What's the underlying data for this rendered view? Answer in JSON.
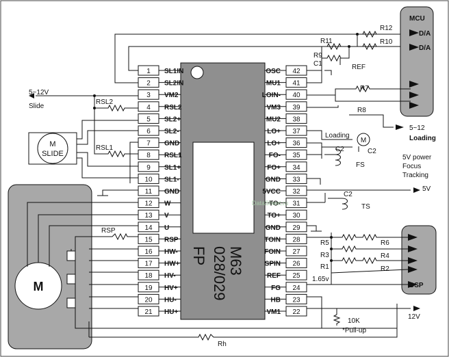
{
  "chip": {
    "part_line1": "M63",
    "part_line2": "028/029",
    "package": "FP",
    "left_pins": [
      {
        "num": "1",
        "name": "SL1IN"
      },
      {
        "num": "2",
        "name": "SL2IN"
      },
      {
        "num": "3",
        "name": "VM2"
      },
      {
        "num": "4",
        "name": "RSL2"
      },
      {
        "num": "5",
        "name": "SL2+"
      },
      {
        "num": "6",
        "name": "SL2-"
      },
      {
        "num": "7",
        "name": "GND"
      },
      {
        "num": "8",
        "name": "RSL1"
      },
      {
        "num": "9",
        "name": "SL1+"
      },
      {
        "num": "10",
        "name": "SL1-"
      },
      {
        "num": "11",
        "name": "GND"
      },
      {
        "num": "12",
        "name": "W"
      },
      {
        "num": "13",
        "name": "V"
      },
      {
        "num": "14",
        "name": "U"
      },
      {
        "num": "15",
        "name": "RSP"
      },
      {
        "num": "16",
        "name": "HW-"
      },
      {
        "num": "17",
        "name": "HW+"
      },
      {
        "num": "18",
        "name": "HV-"
      },
      {
        "num": "19",
        "name": "HV+"
      },
      {
        "num": "20",
        "name": "HU-"
      },
      {
        "num": "21",
        "name": "HU+"
      }
    ],
    "right_pins": [
      {
        "num": "42",
        "name": "OSC"
      },
      {
        "num": "41",
        "name": "MU1"
      },
      {
        "num": "40",
        "name": "LOIN-"
      },
      {
        "num": "39",
        "name": "VM3"
      },
      {
        "num": "38",
        "name": "MU2"
      },
      {
        "num": "37",
        "name": "LO+"
      },
      {
        "num": "36",
        "name": "LO+"
      },
      {
        "num": "35",
        "name": "FO-"
      },
      {
        "num": "34",
        "name": "FO+"
      },
      {
        "num": "33",
        "name": "GND"
      },
      {
        "num": "32",
        "name": "5VCC"
      },
      {
        "num": "31",
        "name": "TO-"
      },
      {
        "num": "30",
        "name": "TO+"
      },
      {
        "num": "29",
        "name": "GND"
      },
      {
        "num": "28",
        "name": "TOIN"
      },
      {
        "num": "27",
        "name": "FOIN"
      },
      {
        "num": "26",
        "name": "SPIN"
      },
      {
        "num": "25",
        "name": "REF"
      },
      {
        "num": "24",
        "name": "FG"
      },
      {
        "num": "23",
        "name": "HB"
      },
      {
        "num": "22",
        "name": "VM1"
      }
    ]
  },
  "mcu": {
    "title": "MCU",
    "out1": "D/A",
    "out2": "D/A"
  },
  "dsp": {
    "title": "DSP"
  },
  "labels": {
    "slide_voltage": "5~12V",
    "slide": "Slide",
    "rsl2": "RSL2",
    "rsl1": "RSL1",
    "slide_motor_m": "M",
    "slide_motor_name": "SLIDE",
    "spindle_m": "M",
    "rsp": "RSP",
    "rh": "Rh",
    "r12": "R12",
    "r11": "R11",
    "r10": "R10",
    "r9": "R9",
    "c1": "C1",
    "ref": "REF",
    "r7": "R7",
    "r8": "R8",
    "loading_voltage": "5~12",
    "loading_label": "Loading",
    "loading_top": "Loading",
    "load_motor_m": "M",
    "c2a": "C2",
    "c2b": "C2",
    "c2c": "C2",
    "fs": "FS",
    "ts": "TS",
    "power_line1": "5V power",
    "power_line2": "Focus",
    "power_line3": "Tracking",
    "v5": "5V",
    "r6": "R6",
    "r5": "R5",
    "r4": "R4",
    "r3": "R3",
    "r2": "R2",
    "r1": "R1",
    "v165": "1.65v",
    "v12": "12V",
    "r10k": "10K",
    "pullup": "*Pull-up",
    "watermark": "DataSheet.ru"
  }
}
